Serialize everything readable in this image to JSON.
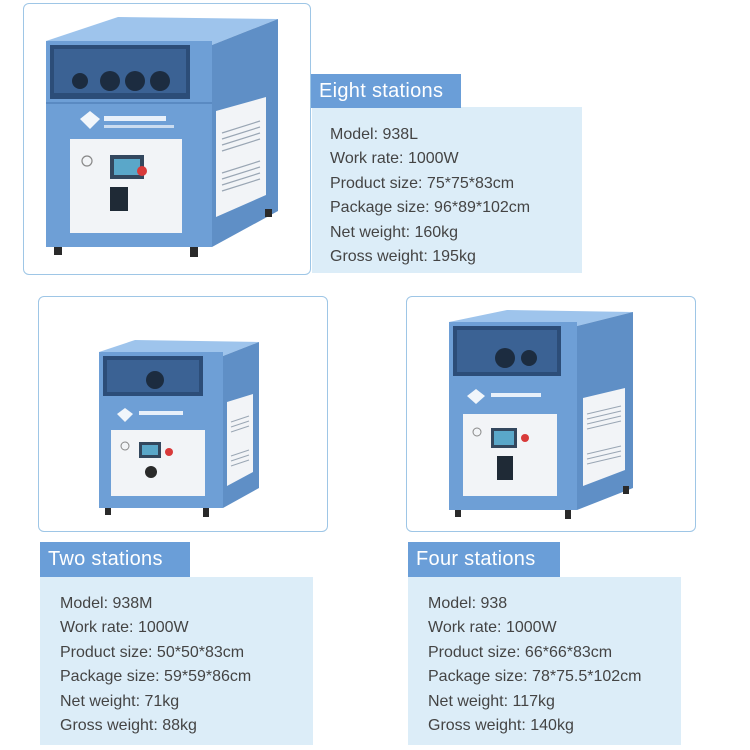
{
  "colors": {
    "accent": "#6a9ed8",
    "panel": "#dcedf8",
    "border": "#9ec6e6",
    "machine_blue": "#6e9fd6",
    "text": "#444444"
  },
  "products": [
    {
      "title": "Eight stations",
      "specs": [
        "Model: 938L",
        "Work  rate: 1000W",
        "Product size: 75*75*83cm",
        "Package size: 96*89*102cm",
        "Net weight: 160kg",
        "Gross weight: 195kg"
      ]
    },
    {
      "title": "Two stations",
      "specs": [
        "Model: 938M",
        "Work  rate: 1000W",
        "Product size: 50*50*83cm",
        "Package size: 59*59*86cm",
        "Net weight: 71kg",
        "Gross weight: 88kg"
      ]
    },
    {
      "title": "Four stations",
      "specs": [
        "Model: 938",
        "Work  rate: 1000W",
        "Product size: 66*66*83cm",
        "Package size: 78*75.5*102cm",
        "Net weight: 117kg",
        "Gross weight: 140kg"
      ]
    }
  ]
}
